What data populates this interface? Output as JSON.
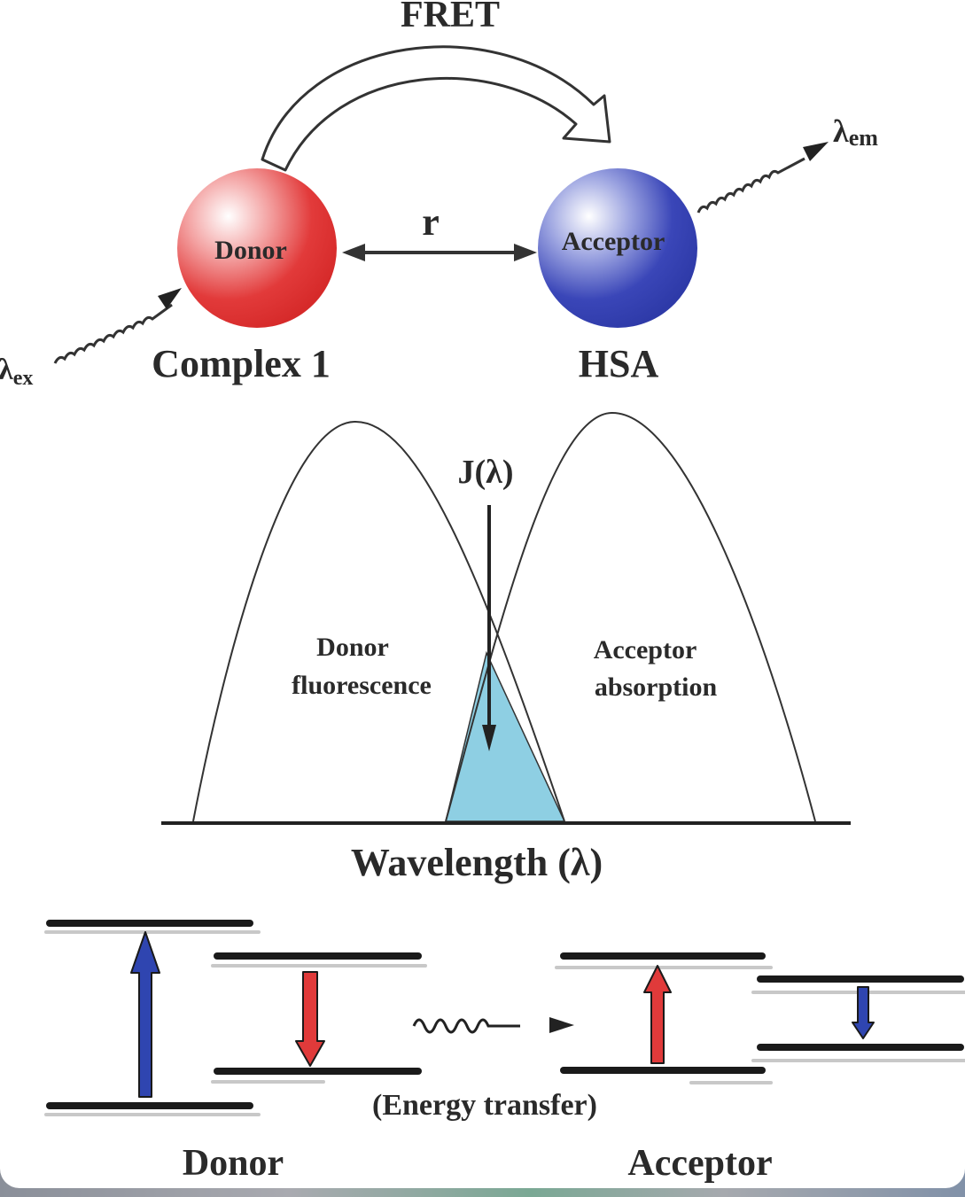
{
  "fret_scheme": {
    "title": "FRET",
    "donor_sphere_label": "Donor",
    "acceptor_sphere_label": "Acceptor",
    "distance_label": "r",
    "donor_name": "Complex 1",
    "acceptor_name": "HSA",
    "excitation_symbol": "λ",
    "excitation_subscript": "ex",
    "emission_symbol": "λ",
    "emission_subscript": "em",
    "colors": {
      "donor": "#e23a3a",
      "acceptor": "#3a46b8"
    }
  },
  "spectral_overlap": {
    "overlap_label": "J(λ)",
    "donor_curve_label_line1": "Donor",
    "donor_curve_label_line2": "fluorescence",
    "acceptor_curve_label_line1": "Acceptor",
    "acceptor_curve_label_line2": "absorption",
    "axis_label": "Wavelength (λ)",
    "overlap_color": "#8ecfe3"
  },
  "energy_diagram": {
    "transfer_label": "(Energy transfer)",
    "donor_label": "Donor",
    "acceptor_label": "Acceptor",
    "colors": {
      "excitation": "#2f45b0",
      "relaxation": "#e03a3a"
    }
  }
}
